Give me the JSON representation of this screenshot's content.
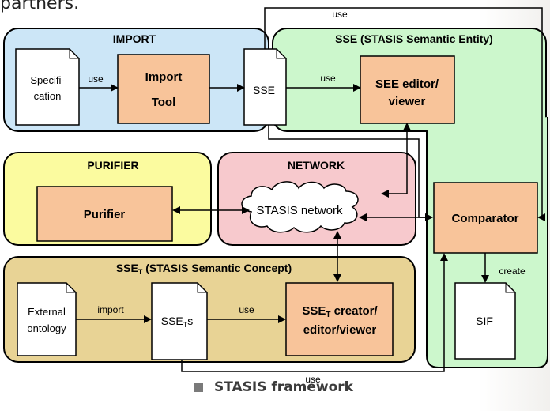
{
  "top_fragment": "partners.",
  "caption": "STASIS framework",
  "groups": {
    "import": "IMPORT",
    "sse": "SSE (STASIS Semantic Entity)",
    "purifier": "PURIFIER",
    "network": "NETWORK",
    "sset_prefix": "SSE",
    "sset_sub": "T",
    "sset_rest": " (STASIS Semantic Concept)"
  },
  "nodes": {
    "specification_1": "Specifi-",
    "specification_2": "cation",
    "import_tool_1": "Import",
    "import_tool_2": "Tool",
    "sse_doc": "SSE",
    "see_editor_1": "SEE editor/",
    "see_editor_2": "viewer",
    "purifier": "Purifier",
    "stasis_network": "STASIS network",
    "comparator": "Comparator",
    "sif": "SIF",
    "external_1": "External",
    "external_2": "ontology",
    "ssets_prefix": "SSE",
    "ssets_sub": "T",
    "ssets_suffix": "s",
    "sset_creator_prefix": "SSE",
    "sset_creator_sub": "T",
    "sset_creator_rest": " creator/",
    "sset_creator_2": "editor/viewer"
  },
  "edges": {
    "use_top": "use",
    "use_import": "use",
    "use_see": "use",
    "create": "create",
    "import": "import",
    "use_sset": "use",
    "use_bottom": "use"
  },
  "colors": {
    "import_bg": "#cce6f7",
    "sse_bg": "#ccf7cc",
    "purifier_bg": "#fbfb9f",
    "network_bg": "#f7c9cd",
    "sset_bg": "#e8d395",
    "process": "#f8c49a"
  }
}
